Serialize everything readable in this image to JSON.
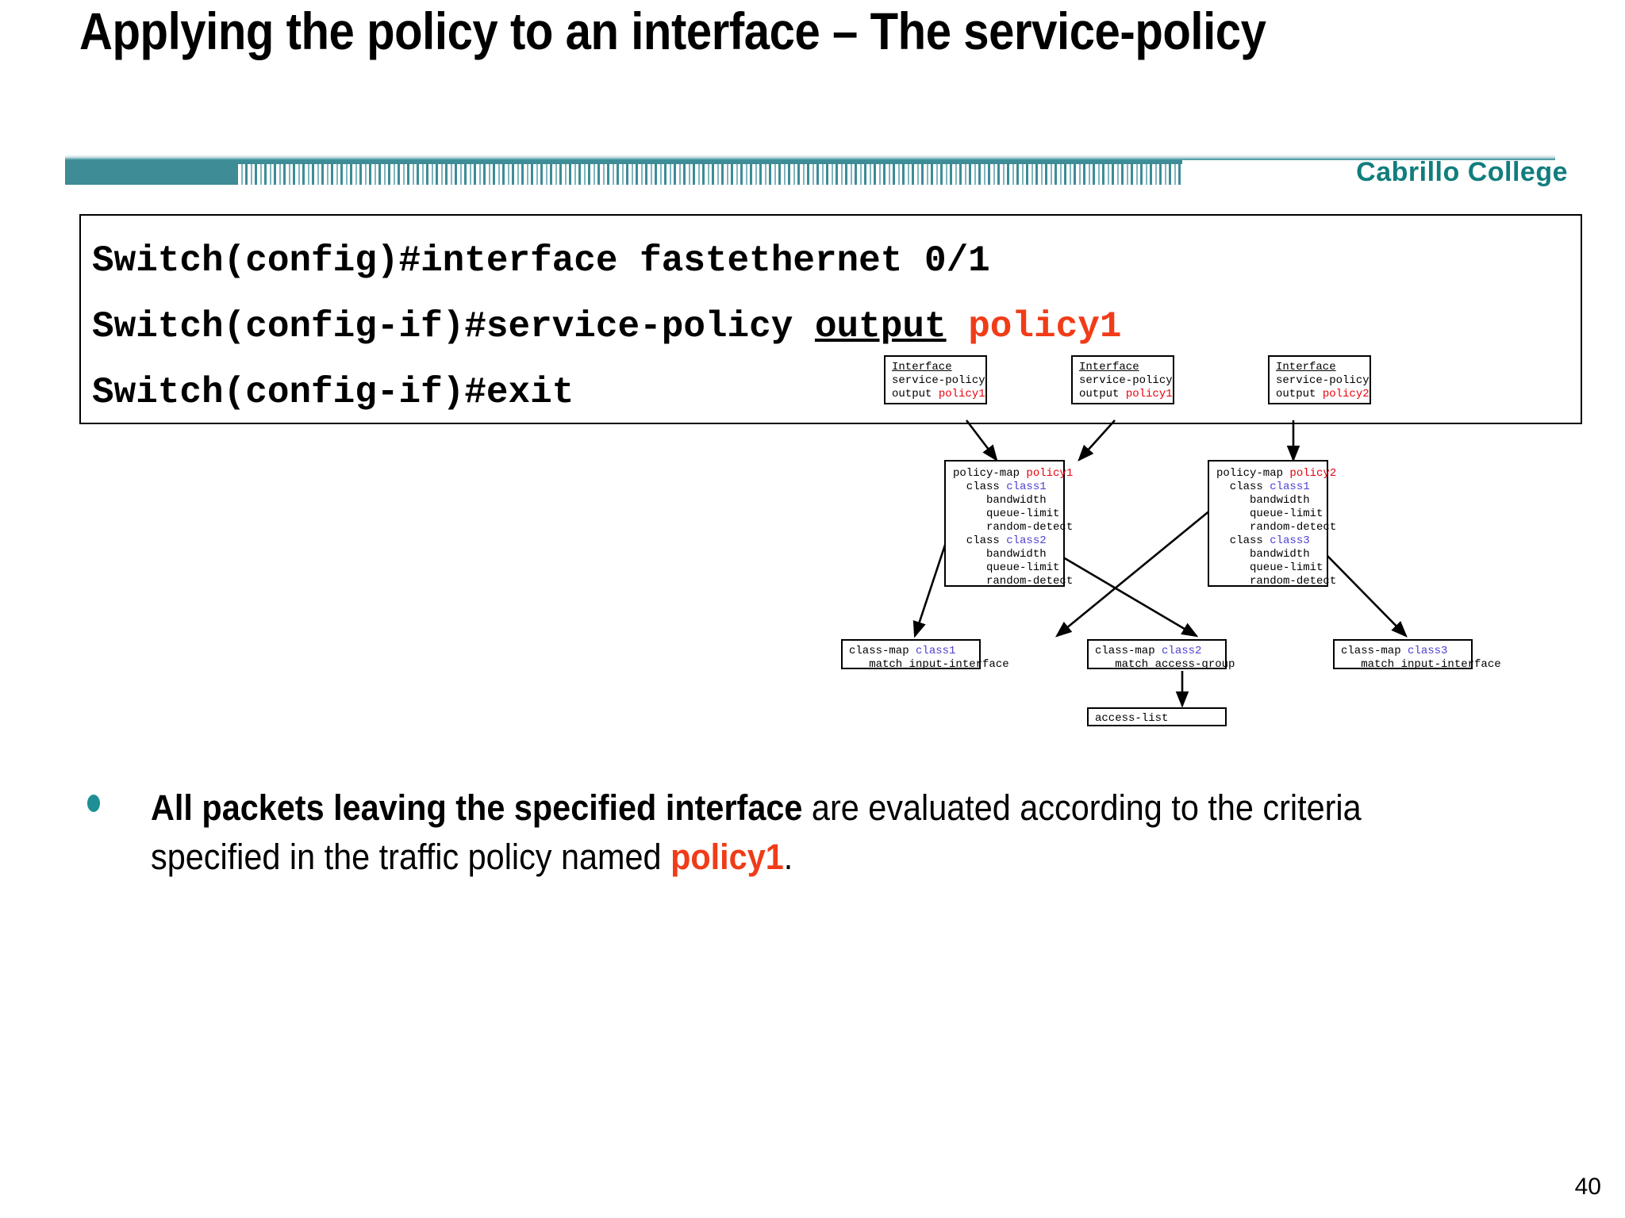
{
  "slide": {
    "title": "Applying the policy to an interface – The service-policy",
    "page_number": "40",
    "logo_text": "Cabrillo College",
    "accent_color": "#3d8c96",
    "logo_color": "#117d7d",
    "highlight_color": "#f03c18",
    "class_color": "#4a3fd0"
  },
  "code_block": {
    "lines": [
      {
        "prompt": "Switch(config)#",
        "command": "interface fastethernet 0/1"
      },
      {
        "prompt": "Switch(config-if)#",
        "command": "service-policy ",
        "underlined": "output",
        "highlight": " policy1"
      },
      {
        "prompt": "Switch(config-if)#",
        "command": "exit"
      }
    ],
    "line1": "Switch(config)#interface fastethernet 0/1",
    "line2_prefix": "Switch(config-if)#service-policy ",
    "line2_underlined": "output",
    "line2_highlight": " policy1",
    "line3": "Switch(config-if)#exit"
  },
  "diagram": {
    "interfaces": [
      {
        "title": "Interface",
        "line1": "service-policy",
        "line2_prefix": "output ",
        "line2_policy": "policy1"
      },
      {
        "title": "Interface",
        "line1": "service-policy",
        "line2_prefix": "output ",
        "line2_policy": "policy1"
      },
      {
        "title": "Interface",
        "line1": "service-policy",
        "line2_prefix": "output ",
        "line2_policy": "policy2"
      }
    ],
    "policy_maps": [
      {
        "header_prefix": "policy-map ",
        "header_name": "policy1",
        "classes": [
          {
            "prefix": "  class ",
            "name": "class1",
            "actions": [
              "     bandwidth",
              "     queue-limit",
              "     random-detect"
            ]
          },
          {
            "prefix": "  class ",
            "name": "class2",
            "actions": [
              "     bandwidth",
              "     queue-limit",
              "     random-detect"
            ]
          }
        ]
      },
      {
        "header_prefix": "policy-map ",
        "header_name": "policy2",
        "classes": [
          {
            "prefix": "  class ",
            "name": "class1",
            "actions": [
              "     bandwidth",
              "     queue-limit",
              "     random-detect"
            ]
          },
          {
            "prefix": "  class ",
            "name": "class3",
            "actions": [
              "     bandwidth",
              "     queue-limit",
              "     random-detect"
            ]
          }
        ]
      }
    ],
    "class_maps": [
      {
        "prefix": "class-map ",
        "name": "class1",
        "match": "   match input-interface"
      },
      {
        "prefix": "class-map ",
        "name": "class2",
        "match": "   match access-group"
      },
      {
        "prefix": "class-map ",
        "name": "class3",
        "match": "   match input-interface"
      }
    ],
    "access_list": {
      "label": "access-list"
    }
  },
  "bullet": {
    "bold_part": "All packets leaving the specified interface",
    "middle_part": " are evaluated according to the criteria specified in the traffic policy named ",
    "highlight_part": "policy1",
    "end_part": "."
  }
}
